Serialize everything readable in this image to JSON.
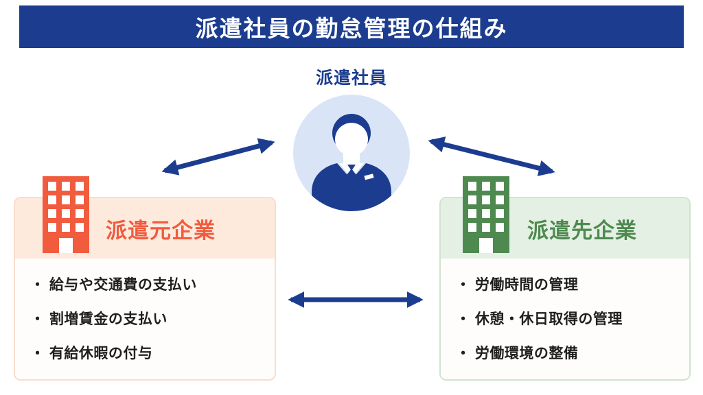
{
  "header": {
    "title": "派遣社員の勤怠管理の仕組み"
  },
  "worker": {
    "label": "派遣社員"
  },
  "source_company": {
    "title": "派遣元企業",
    "items": [
      "・ 給与や交通費の支払い",
      "・ 割増賃金の支払い",
      "・ 有給休暇の付与"
    ],
    "accent_color": "#f15b3e",
    "band_color": "#fdeadd",
    "border_color": "#fbdcc8"
  },
  "destination_company": {
    "title": "派遣先企業",
    "items": [
      "・ 労働時間の管理",
      "・ 休憩・休日取得の管理",
      "・ 労働環境の整備"
    ],
    "accent_color": "#4e8a50",
    "band_color": "#e4f0e3",
    "border_color": "#cfe4cf"
  },
  "icons": {
    "worker": "business-person-icon",
    "source": "office-building-icon",
    "destination": "office-building-icon"
  },
  "colors": {
    "navy": "#1c3d8f",
    "person_circle_bg": "#d9e5f6",
    "text": "#1f1f1f",
    "background": "#ffffff"
  }
}
